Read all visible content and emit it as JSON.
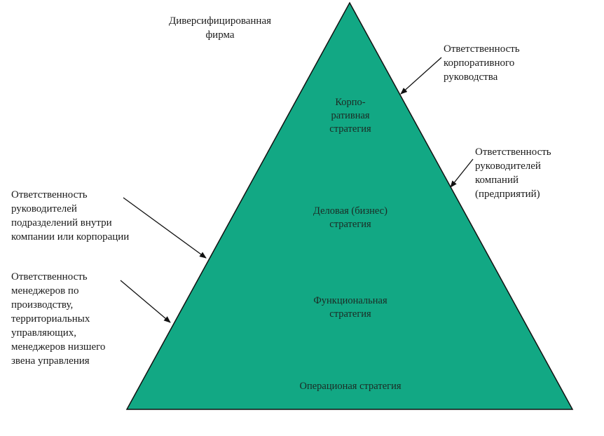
{
  "title": {
    "line1": "Диверсифицированная",
    "line2": "фирма"
  },
  "levels": {
    "corporate": {
      "line1": "Корпо-",
      "line2": "ративная",
      "line3": "стратегия"
    },
    "business": {
      "line1": "Деловая (бизнес)",
      "line2": "стратегия"
    },
    "functional": {
      "line1": "Функциональная",
      "line2": "стратегия"
    },
    "operational": {
      "line1": "Операционая стратегия"
    }
  },
  "annotations": {
    "corporate_mgmt": {
      "line1": "Ответственность",
      "line2": "корпоративного",
      "line3": "руководства"
    },
    "company_heads": {
      "line1": "Ответственность",
      "line2": "руководителей",
      "line3": "компаний",
      "line4": "(предприятий)"
    },
    "division_heads": {
      "line1": "Ответственность",
      "line2": "руководителей",
      "line3": "подразделений внутри",
      "line4": "компании или корпорации"
    },
    "managers": {
      "line1": "Ответственность",
      "line2": "менеджеров по",
      "line3": "производству,",
      "line4": "территориальных",
      "line5": "управляющих,",
      "line6": "менеджеров низшего",
      "line7": "звена управления"
    }
  },
  "colors": {
    "pyramid_fill": "#12a884",
    "pyramid_stroke": "#111111",
    "text": "#1a1a1a",
    "arrow": "#111111"
  }
}
